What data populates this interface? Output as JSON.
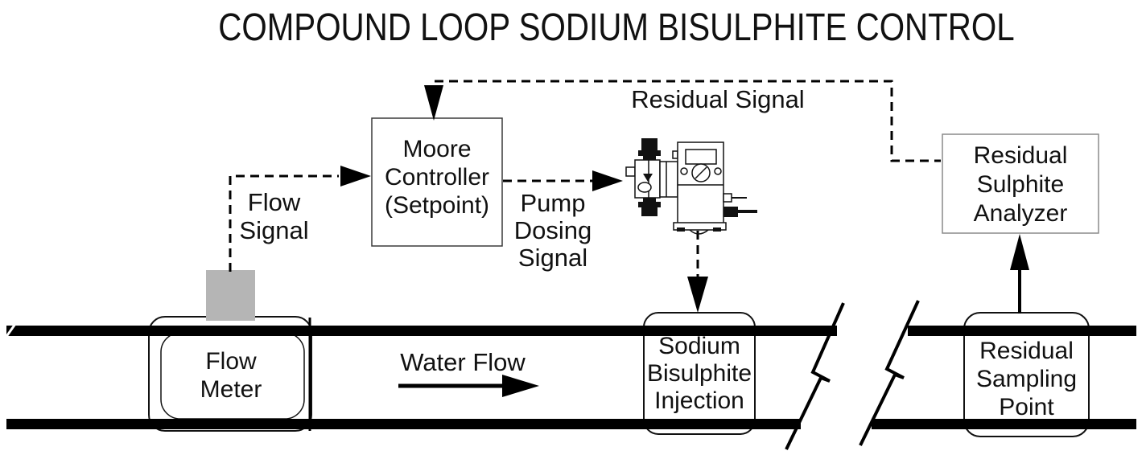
{
  "title": "COMPOUND LOOP SODIUM BISULPHITE CONTROL",
  "signals": {
    "residual": {
      "label": "Residual Signal"
    },
    "flow": {
      "lines": [
        "Flow",
        "Signal"
      ]
    },
    "pump_dosing": {
      "lines": [
        "Pump",
        "Dosing",
        "Signal"
      ]
    }
  },
  "nodes": {
    "controller": {
      "lines": [
        "Moore",
        "Controller",
        "(Setpoint)"
      ]
    },
    "analyzer": {
      "lines": [
        "Residual",
        "Sulphite",
        "Analyzer"
      ]
    },
    "flow_meter": {
      "lines": [
        "Flow",
        "Meter"
      ]
    },
    "injection": {
      "lines": [
        "Sodium",
        "Bisulphite",
        "Injection"
      ]
    },
    "sampling": {
      "lines": [
        "Residual",
        "Sampling",
        "Point"
      ]
    }
  },
  "pipe": {
    "water_flow_label": "Water Flow"
  },
  "colors": {
    "ink": "#111111",
    "sensor_gray": "#b5b5b5",
    "controller_border": "#3a3a3a",
    "analyzer_border": "#8a8a8a"
  }
}
